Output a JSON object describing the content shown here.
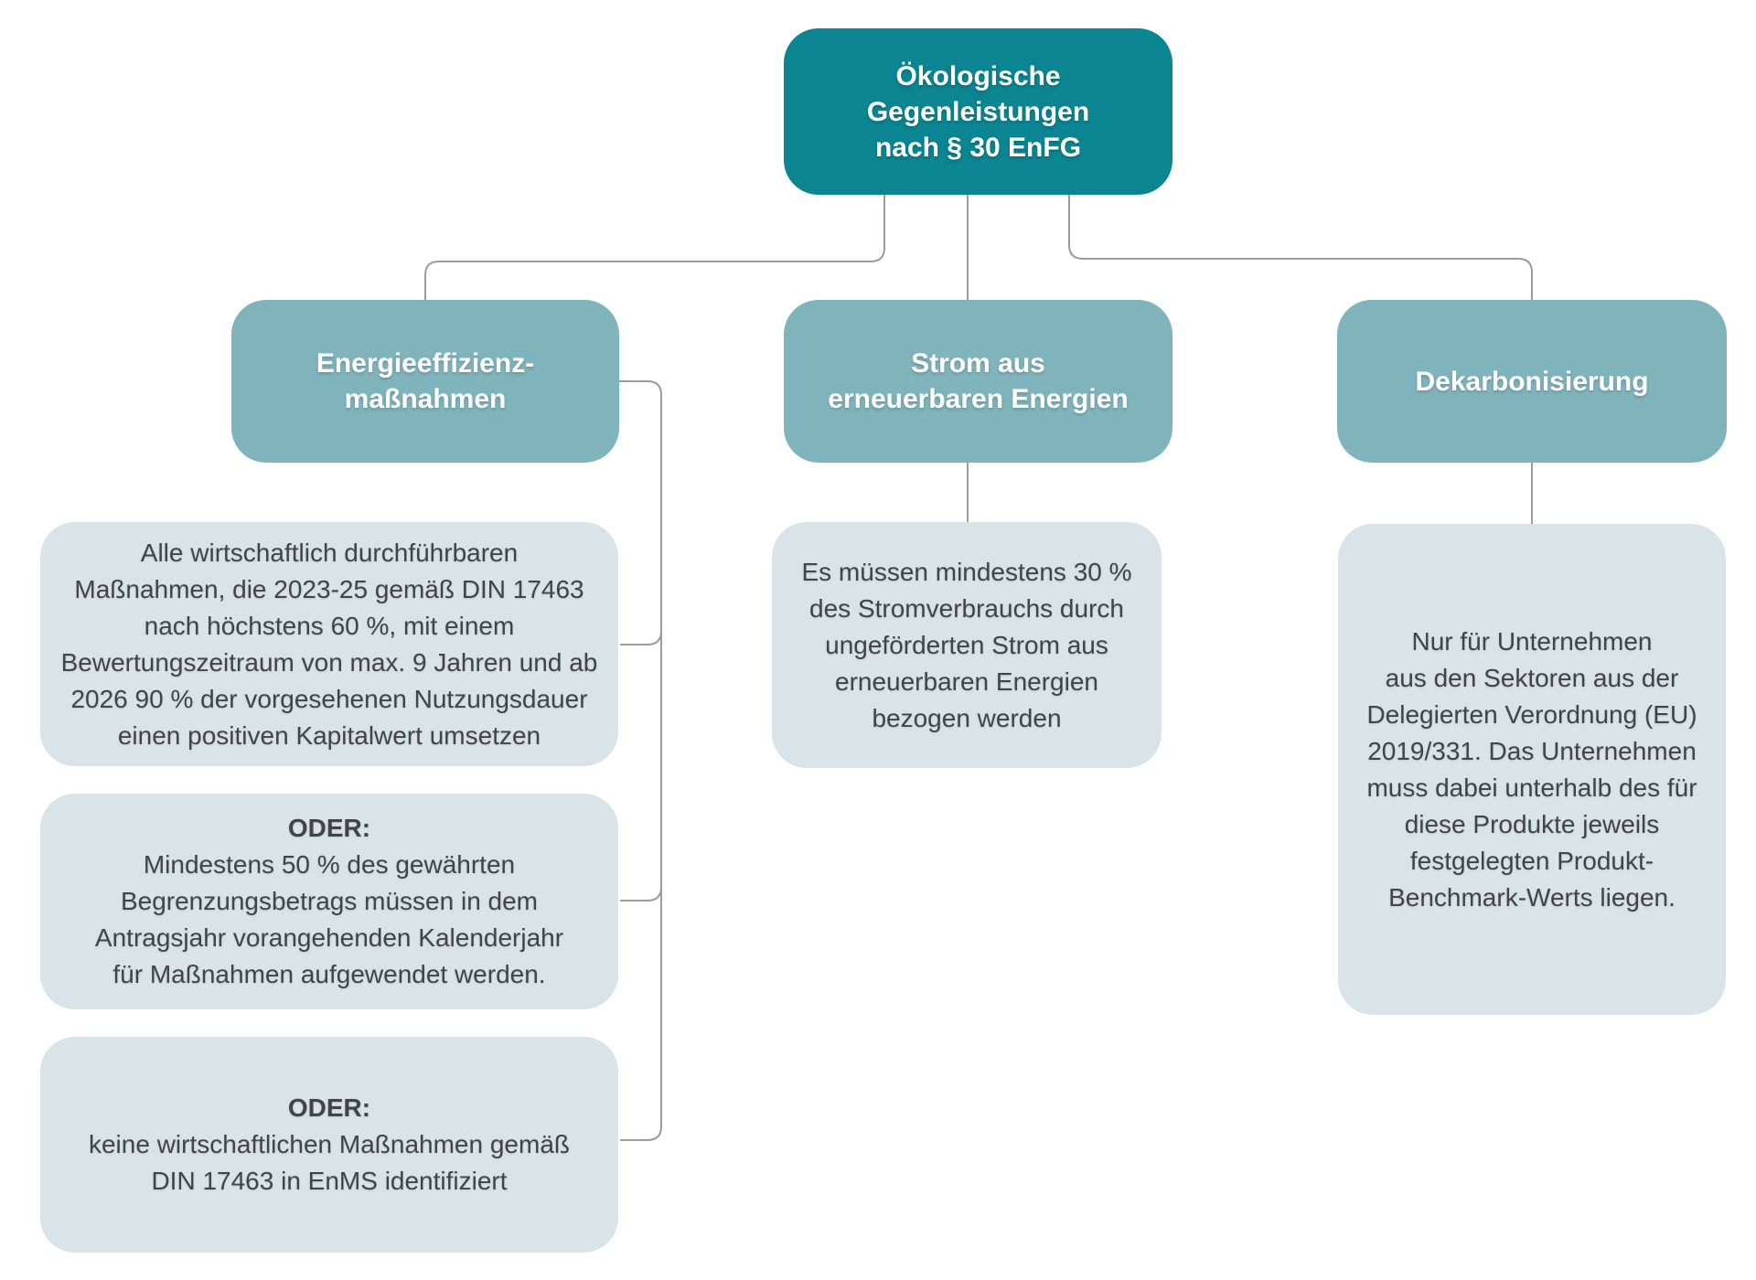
{
  "diagram": {
    "root": {
      "label": "Ökologische\nGegenleistungen\nnach § 30 EnFG"
    },
    "branches": [
      {
        "label": "Energieeffizienz-\nmaßnahmen",
        "items": [
          {
            "heading": "",
            "text": "Alle wirtschaftlich durchführbaren\nMaßnahmen, die 2023-25 gemäß DIN 17463\nnach höchstens 60 %, mit einem\nBewertungszeitraum von max. 9 Jahren und ab\n2026 90 % der vorgesehenen Nutzungsdauer\neinen positiven Kapitalwert umsetzen"
          },
          {
            "heading": "ODER:",
            "text": "Mindestens 50 % des gewährten\nBegrenzungsbetrags müssen in dem\nAntragsjahr vorangehenden Kalenderjahr\nfür Maßnahmen aufgewendet werden."
          },
          {
            "heading": "ODER:",
            "text": "keine wirtschaftlichen Maßnahmen gemäß\nDIN 17463 in EnMS identifiziert"
          }
        ]
      },
      {
        "label": "Strom aus\nerneuerbaren Energien",
        "items": [
          {
            "heading": "",
            "text": "Es müssen mindestens 30 %\ndes Stromverbrauchs durch\nungeförderten Strom aus\nerneuerbaren Energien\nbezogen werden"
          }
        ]
      },
      {
        "label": "Dekarbonisierung",
        "items": [
          {
            "heading": "",
            "text": "Nur für Unternehmen\naus den Sektoren aus der\nDelegierten Verordnung (EU)\n2019/331. Das Unternehmen\nmuss dabei unterhalb des für\ndiese Produkte jeweils\nfestgelegten Produkt-\nBenchmark-Werts liegen."
          }
        ]
      }
    ],
    "colors": {
      "root_fill": "#0a8591",
      "branch_fill": "#80b4bc",
      "leaf_fill": "#d9e4e8",
      "text_on_teal": "#ffffff",
      "body_text": "#3f4548",
      "connector": "#9c9c9c"
    }
  }
}
